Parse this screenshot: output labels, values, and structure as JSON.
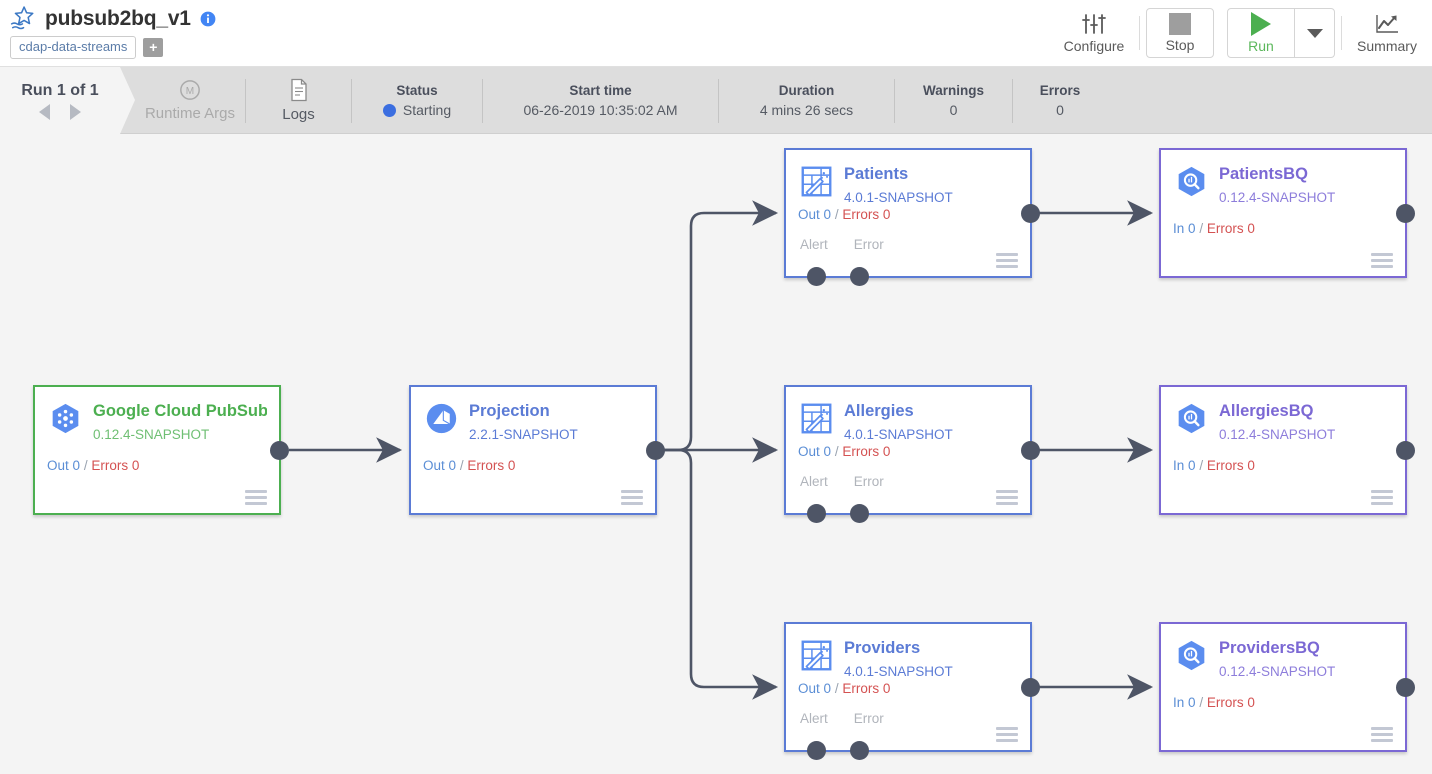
{
  "header": {
    "logo_icon": "cdap-logo-icon",
    "pipeline_name": "pubsub2bq_v1",
    "info_icon": "info-icon",
    "tag": "cdap-data-streams",
    "add_tag_label": "+",
    "toolbar": {
      "configure_label": "Configure",
      "configure_icon": "sliders-icon",
      "stop_label": "Stop",
      "stop_icon": "stop-square-icon",
      "run_label": "Run",
      "run_icon": "play-triangle-icon",
      "dropdown_icon": "chevron-down-icon",
      "summary_label": "Summary",
      "summary_icon": "trend-chart-icon"
    }
  },
  "statusbar": {
    "run_label": "Run 1 of 1",
    "prev_icon": "caret-left-icon",
    "next_icon": "caret-right-icon",
    "runtime_args_label": "Runtime Args",
    "runtime_args_icon": "macro-m-icon",
    "logs_label": "Logs",
    "logs_icon": "document-icon",
    "status_head": "Status",
    "status_value": "Starting",
    "status_color": "#3b6ee0",
    "start_time_head": "Start time",
    "start_time_value": "06-26-2019 10:35:02 AM",
    "duration_head": "Duration",
    "duration_value": "4 mins 26 secs",
    "warnings_head": "Warnings",
    "warnings_value": "0",
    "errors_head": "Errors",
    "errors_value": "0"
  },
  "canvas": {
    "colors": {
      "source_accent": "#4caf50",
      "transform_accent": "#5b7bd5",
      "sink_accent": "#7b68d4",
      "error_text": "#d45252",
      "edge": "#4e5566",
      "background": "#f4f4f4"
    },
    "nodes": [
      {
        "id": "pubsub",
        "type": "source",
        "icon": "google-cloud-pubsub-icon",
        "title": "Google Cloud PubSub",
        "version": "0.12.4-SNAPSHOT",
        "metric_label": "Out",
        "metric_value": "0",
        "errors_label": "Errors",
        "errors_value": "0",
        "menu_icon": "hamburger-menu-icon",
        "has_alert_error_ports": false
      },
      {
        "id": "projection",
        "type": "transform",
        "icon": "projection-icon",
        "title": "Projection",
        "version": "2.2.1-SNAPSHOT",
        "metric_label": "Out",
        "metric_value": "0",
        "errors_label": "Errors",
        "errors_value": "0",
        "menu_icon": "hamburger-menu-icon",
        "has_alert_error_ports": false
      },
      {
        "id": "patients",
        "type": "transform",
        "icon": "wrangler-icon",
        "title": "Patients",
        "version": "4.0.1-SNAPSHOT",
        "metric_label": "Out",
        "metric_value": "0",
        "errors_label": "Errors",
        "errors_value": "0",
        "menu_icon": "hamburger-menu-icon",
        "has_alert_error_ports": true,
        "alert_port_label": "Alert",
        "error_port_label": "Error"
      },
      {
        "id": "allergies",
        "type": "transform",
        "icon": "wrangler-icon",
        "title": "Allergies",
        "version": "4.0.1-SNAPSHOT",
        "metric_label": "Out",
        "metric_value": "0",
        "errors_label": "Errors",
        "errors_value": "0",
        "menu_icon": "hamburger-menu-icon",
        "has_alert_error_ports": true,
        "alert_port_label": "Alert",
        "error_port_label": "Error"
      },
      {
        "id": "providers",
        "type": "transform",
        "icon": "wrangler-icon",
        "title": "Providers",
        "version": "4.0.1-SNAPSHOT",
        "metric_label": "Out",
        "metric_value": "0",
        "errors_label": "Errors",
        "errors_value": "0",
        "menu_icon": "hamburger-menu-icon",
        "has_alert_error_ports": true,
        "alert_port_label": "Alert",
        "error_port_label": "Error"
      },
      {
        "id": "patientsbq",
        "type": "sink",
        "icon": "google-bigquery-icon",
        "title": "PatientsBQ",
        "version": "0.12.4-SNAPSHOT",
        "metric_label": "In",
        "metric_value": "0",
        "errors_label": "Errors",
        "errors_value": "0",
        "menu_icon": "hamburger-menu-icon",
        "has_alert_error_ports": false
      },
      {
        "id": "allergiesbq",
        "type": "sink",
        "icon": "google-bigquery-icon",
        "title": "AllergiesBQ",
        "version": "0.12.4-SNAPSHOT",
        "metric_label": "In",
        "metric_value": "0",
        "errors_label": "Errors",
        "errors_value": "0",
        "menu_icon": "hamburger-menu-icon",
        "has_alert_error_ports": false
      },
      {
        "id": "providersbq",
        "type": "sink",
        "icon": "google-bigquery-icon",
        "title": "ProvidersBQ",
        "version": "0.12.4-SNAPSHOT",
        "metric_label": "In",
        "metric_value": "0",
        "errors_label": "Errors",
        "errors_value": "0",
        "menu_icon": "hamburger-menu-icon",
        "has_alert_error_ports": false
      }
    ],
    "connections": [
      {
        "from": "pubsub",
        "to": "projection"
      },
      {
        "from": "projection",
        "to": "patients"
      },
      {
        "from": "projection",
        "to": "allergies"
      },
      {
        "from": "projection",
        "to": "providers"
      },
      {
        "from": "patients",
        "to": "patientsbq"
      },
      {
        "from": "allergies",
        "to": "allergiesbq"
      },
      {
        "from": "providers",
        "to": "providersbq"
      }
    ]
  }
}
